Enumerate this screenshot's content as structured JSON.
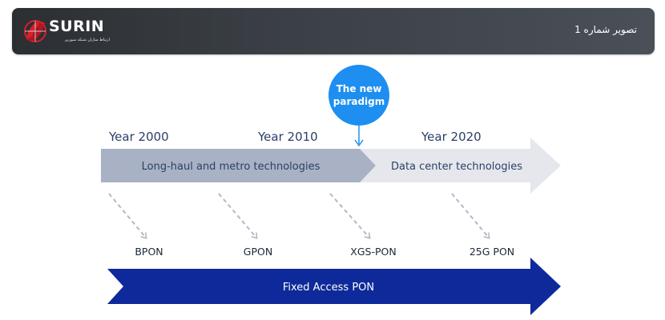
{
  "header": {
    "logo": {
      "name": "SURIN",
      "tagline": "ارتباط سازان شبکه سورین",
      "mark_color": "#d6202a"
    },
    "caption": "تصویر شماره 1"
  },
  "diagram": {
    "paradigm": {
      "line1": "The new",
      "line2": "paradigm",
      "color": "#1e8ff0"
    },
    "years": [
      "Year 2000",
      "Year 2010",
      "Year 2020"
    ],
    "phases": [
      {
        "label": "Long-haul and metro technologies",
        "color": "#a9b2c4"
      },
      {
        "label": "Data center technologies",
        "color": "#e5e7ec"
      }
    ],
    "pon_generations": [
      "BPON",
      "GPON",
      "XGS-PON",
      "25G PON"
    ],
    "fixed_access": {
      "label": "Fixed Access PON",
      "color": "#0e2a9a"
    },
    "colors": {
      "year_text": "#2c3f68",
      "phase_text": "#2c3f68",
      "pon_text": "#1c2638",
      "dashed_arrow": "#b3b8c6"
    }
  }
}
